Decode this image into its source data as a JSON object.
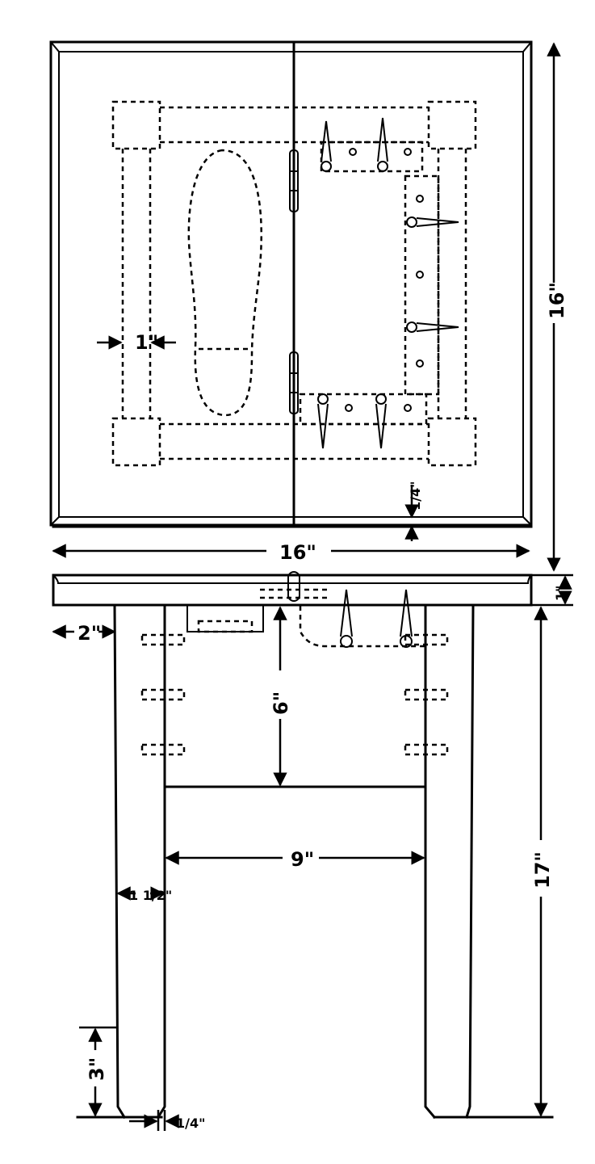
{
  "dimensions": {
    "top_depth": "16\"",
    "top_width": "16\"",
    "shelf_thickness": "1\"",
    "post_width": "1\"",
    "lip_height": "1/4\"",
    "edge_offset": "2\"",
    "apron_depth": "6\"",
    "leg_spacing": "9\"",
    "leg_width": "1 1/2\"",
    "taper_length": "3\"",
    "taper_amount": "1/4\"",
    "total_height": "17\""
  }
}
